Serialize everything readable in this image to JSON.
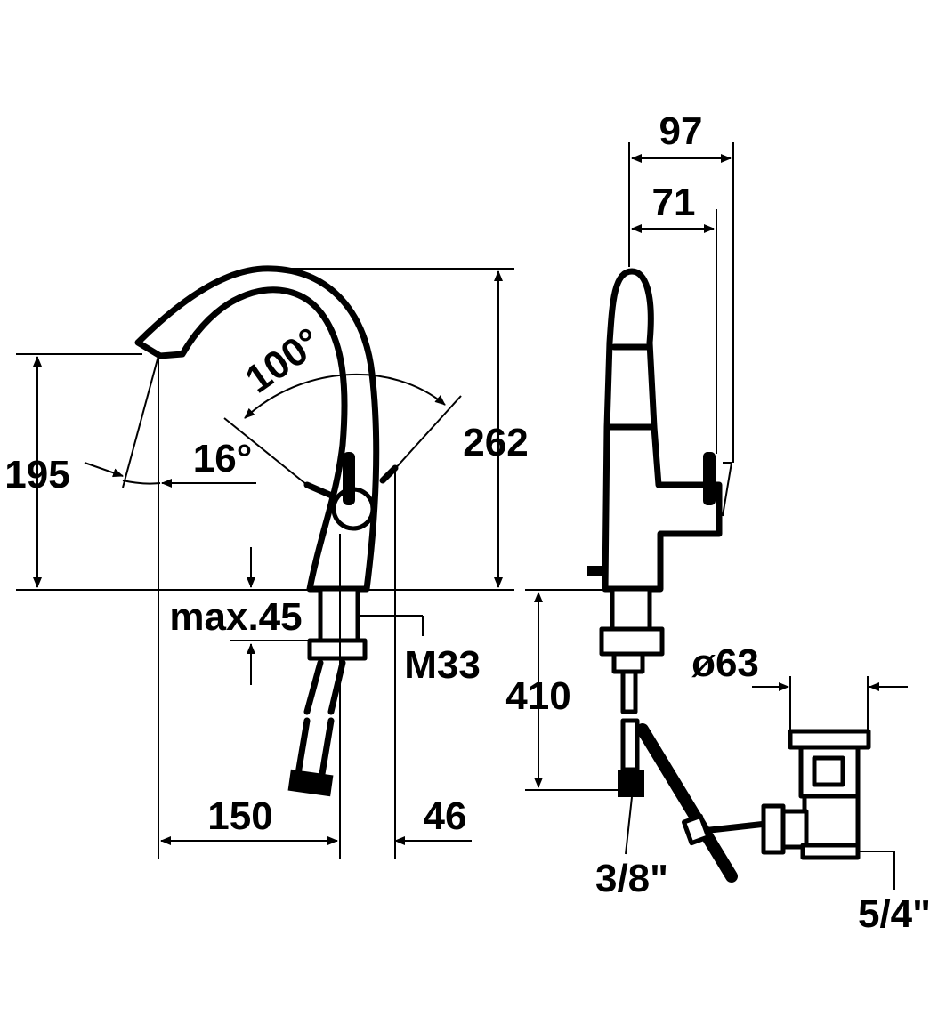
{
  "dimensions": {
    "width_total": "97",
    "width_handle": "71",
    "height_total": "262",
    "height_spout": "195",
    "angle_handle": "100°",
    "angle_tilt": "16°",
    "max_thickness": "max.45",
    "thread": "M33",
    "hose_length": "410",
    "drain_diameter": "ø63",
    "spout_reach": "150",
    "handle_offset": "46",
    "hose_connection": "3/8\"",
    "drain_connection": "5/4\""
  }
}
